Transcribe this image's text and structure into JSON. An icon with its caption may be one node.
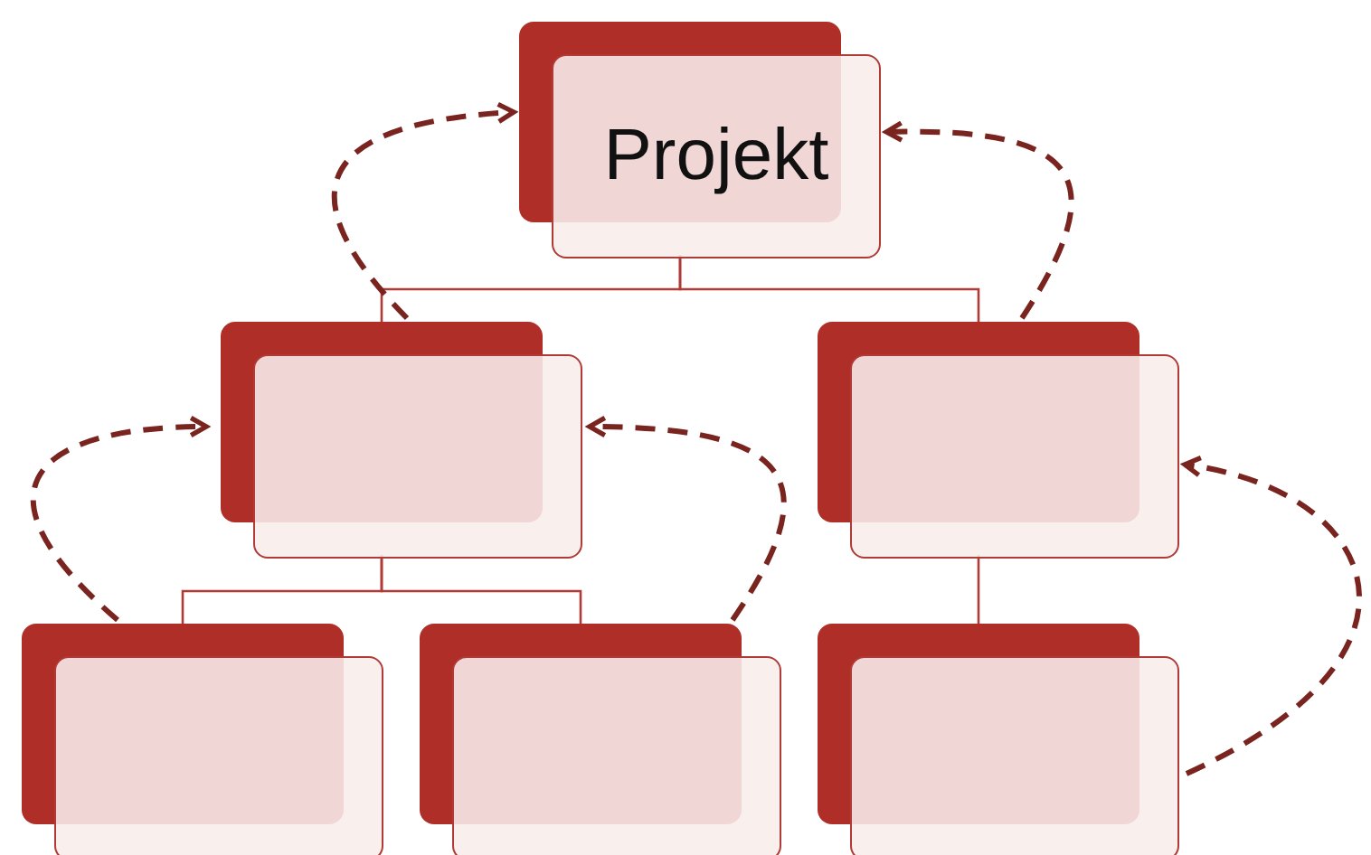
{
  "diagram": {
    "nodes": [
      {
        "text": [
          "Projekt"
        ]
      },
      {
        "text": [],
        "shape": "box"
      },
      {
        "text": [],
        "shape": "box"
      },
      {
        "text": [],
        "shape": "box"
      },
      {
        "text": [],
        "shape": "box"
      },
      {
        "text": [],
        "shape": "box"
      }
    ],
    "edges": [
      {
        "from": 0,
        "to": 1,
        "arrow": "none"
      },
      {
        "from": 0,
        "to": 2,
        "arrow": "none"
      },
      {
        "from": 1,
        "to": 3,
        "arrow": "none"
      },
      {
        "from": 1,
        "to": 4,
        "arrow": "none"
      },
      {
        "from": 2,
        "to": 5,
        "arrow": "none"
      },
      {
        "from": 1,
        "to": 0,
        "arrow": "to",
        "style": "dashed",
        "color": "#7a2420"
      },
      {
        "from": 2,
        "to": 0,
        "arrow": "to",
        "style": "dashed",
        "color": "#7a2420"
      },
      {
        "from": 3,
        "to": 1,
        "arrow": "to",
        "style": "dashed",
        "color": "#7a2420"
      },
      {
        "from": 4,
        "to": 1,
        "arrow": "to",
        "style": "dashed",
        "color": "#7a2420"
      },
      {
        "from": 5,
        "to": 2,
        "arrow": "to",
        "style": "dashed",
        "color": "#7a2420"
      }
    ]
  }
}
